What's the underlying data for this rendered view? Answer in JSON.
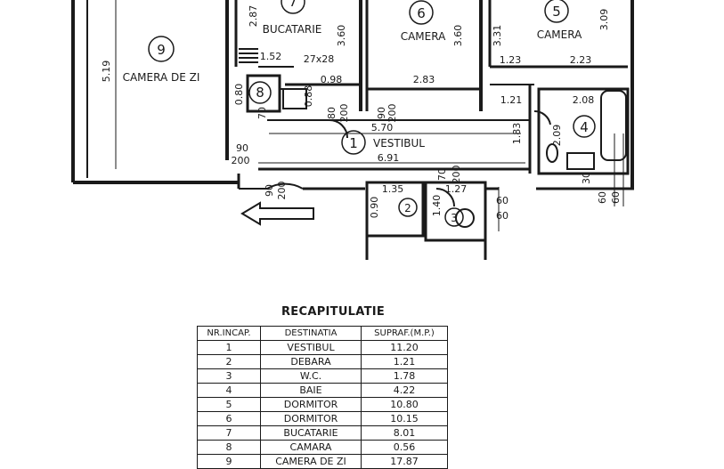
{
  "rooms": [
    {
      "num": "9",
      "name": "CAMERA DE ZI"
    },
    {
      "num": "7",
      "name": "BUCATARIE"
    },
    {
      "num": "6",
      "name": "CAMERA"
    },
    {
      "num": "5",
      "name": "CAMERA"
    },
    {
      "num": "1",
      "name": "VESTIBUL"
    },
    {
      "num": "8",
      "name": ""
    },
    {
      "num": "4",
      "name": ""
    },
    {
      "num": "2",
      "name": ""
    },
    {
      "num": "3",
      "name": ""
    }
  ],
  "dimensions": [
    "5.19",
    "2.87",
    "3.60",
    "3.60",
    "3.31",
    "3.09",
    "1.52",
    "27x28",
    "0.80",
    "0.88",
    "0.98",
    "2.83",
    "1.23",
    "2.23",
    "2.08",
    "1.21",
    "5.70",
    "6.91",
    "1.83",
    "2.09",
    "1.35",
    "1.27",
    "0.90",
    "1.40",
    "90",
    "200",
    "70",
    "90",
    "200",
    "90",
    "200",
    "80",
    "200",
    "70",
    "200",
    "60",
    "60",
    "60",
    "60",
    "30"
  ],
  "recap": {
    "title": "RECAPITULATIE",
    "headers": [
      "NR.INCAP.",
      "DESTINATIA",
      "SUPRAF.(M.P.)"
    ],
    "rows": [
      {
        "nr": "1",
        "dest": "VESTIBUL",
        "supraf": "11.20"
      },
      {
        "nr": "2",
        "dest": "DEBARA",
        "supraf": "1.21"
      },
      {
        "nr": "3",
        "dest": "W.C.",
        "supraf": "1.78"
      },
      {
        "nr": "4",
        "dest": "BAIE",
        "supraf": "4.22"
      },
      {
        "nr": "5",
        "dest": "DORMITOR",
        "supraf": "10.80"
      },
      {
        "nr": "6",
        "dest": "DORMITOR",
        "supraf": "10.15"
      },
      {
        "nr": "7",
        "dest": "BUCATARIE",
        "supraf": "8.01"
      },
      {
        "nr": "8",
        "dest": "CAMARA",
        "supraf": "0.56"
      },
      {
        "nr": "9",
        "dest": "CAMERA DE ZI",
        "supraf": "17.87"
      }
    ]
  },
  "colors": {
    "ink": "#1a1a1a",
    "paper": "#ffffff"
  }
}
